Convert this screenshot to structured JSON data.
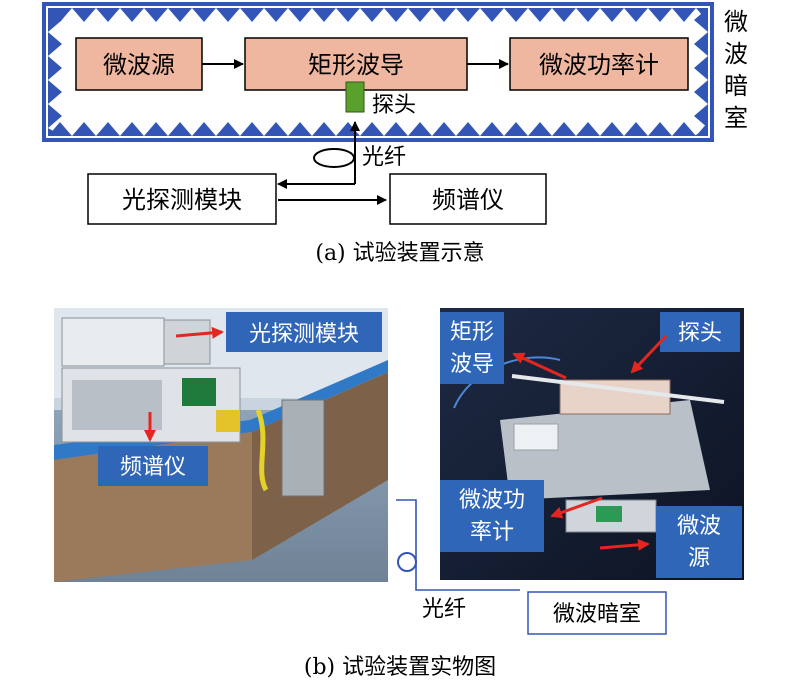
{
  "part_a": {
    "chamber_label": [
      "微",
      "波",
      "暗",
      "室"
    ],
    "source": "微波源",
    "waveguide": "矩形波导",
    "power_meter": "微波功率计",
    "probe": "探头",
    "fiber": "光纤",
    "detector": "光探测模块",
    "spectrum_analyzer": "频谱仪",
    "caption": "(a) 试验装置示意"
  },
  "part_b": {
    "callout_detector": "光探测模块",
    "callout_spectrum": "频谱仪",
    "callout_waveguide": [
      "矩形",
      "波导"
    ],
    "callout_probe": "探头",
    "callout_power_meter": [
      "微波功",
      "率计"
    ],
    "callout_source": [
      "微波",
      "源"
    ],
    "fiber": "光纤",
    "chamber": "微波暗室",
    "caption": "(b) 试验装置实物图"
  },
  "colors": {
    "chamber_border": "#3355b5",
    "box_fill": "#efb7a0",
    "probe_fill": "#5aa02c",
    "callout_fill": "#2f66b8"
  }
}
